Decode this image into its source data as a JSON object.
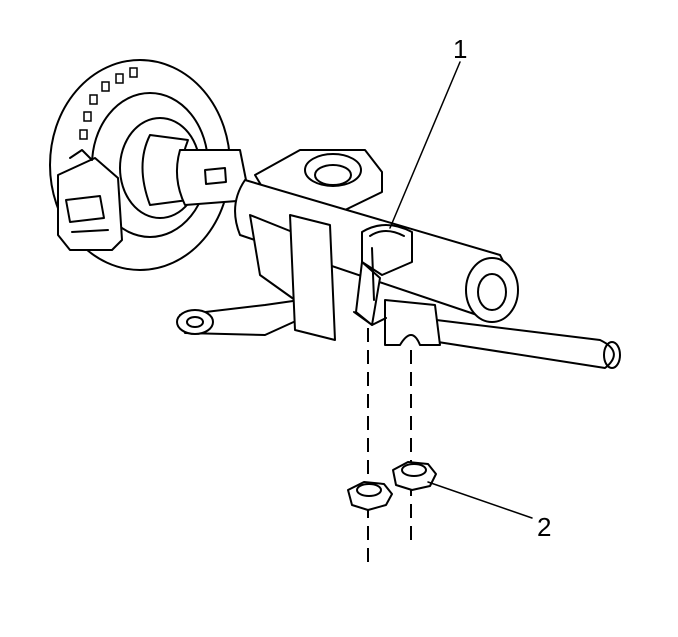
{
  "diagram": {
    "callouts": [
      {
        "id": "1",
        "label": "1"
      },
      {
        "id": "2",
        "label": "2"
      }
    ],
    "colors": {
      "stroke": "#000000",
      "background": "#ffffff"
    }
  }
}
